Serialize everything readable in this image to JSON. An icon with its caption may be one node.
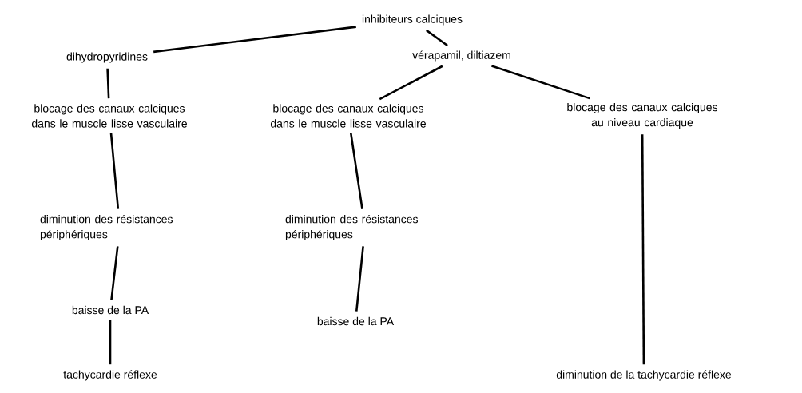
{
  "diagram": {
    "nodes": [
      {
        "text": [
          "inhibiteurs calciques"
        ]
      },
      {
        "text": [
          "dihydropyridines"
        ]
      },
      {
        "text": [
          "vérapamil, diltiazem"
        ]
      },
      {
        "text": [
          "blocage des canaux calciques dans le muscle lisse vasculaire"
        ]
      },
      {
        "text": [
          "blocage des canaux calciques dans le muscle lisse vasculaire"
        ]
      },
      {
        "text": [
          "blocage des canaux calciques au niveau cardiaque"
        ]
      },
      {
        "text": [
          "diminution des résistances périphériques"
        ]
      },
      {
        "text": [
          "diminution des résistances périphériques"
        ]
      },
      {
        "text": [
          "baisse de la PA"
        ]
      },
      {
        "text": [
          "baisse de la PA"
        ]
      },
      {
        "text": [
          "tachycardie réflexe"
        ]
      },
      {
        "text": [
          "diminution de la tachycardie réflexe"
        ]
      }
    ],
    "edges": [
      {
        "from": 0,
        "to": 1,
        "arrow": "none"
      },
      {
        "from": 0,
        "to": 2,
        "arrow": "none"
      },
      {
        "from": 1,
        "to": 3,
        "arrow": "none"
      },
      {
        "from": 2,
        "to": 4,
        "arrow": "none"
      },
      {
        "from": 2,
        "to": 5,
        "arrow": "none"
      },
      {
        "from": 3,
        "to": 6,
        "arrow": "none"
      },
      {
        "from": 4,
        "to": 7,
        "arrow": "none"
      },
      {
        "from": 6,
        "to": 8,
        "arrow": "none"
      },
      {
        "from": 7,
        "to": 9,
        "arrow": "none"
      },
      {
        "from": 8,
        "to": 10,
        "arrow": "none"
      },
      {
        "from": 5,
        "to": 11,
        "arrow": "none"
      }
    ]
  }
}
